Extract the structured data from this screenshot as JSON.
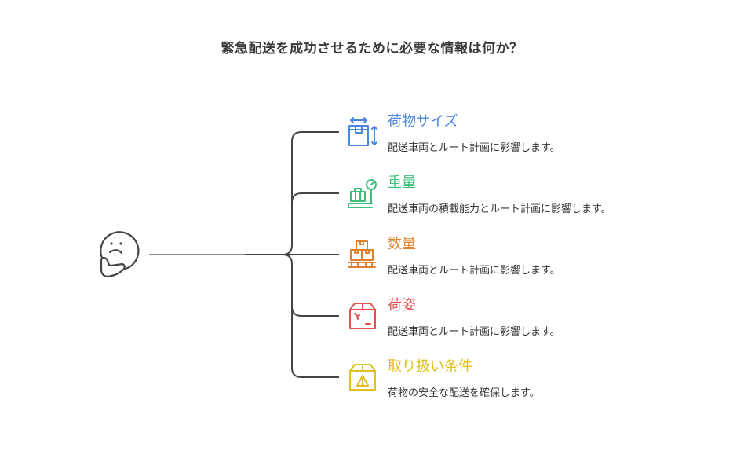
{
  "title": "緊急配送を成功させるために必要な情報は何か？",
  "root": {
    "icon": "thinking-face-icon"
  },
  "branches": [
    {
      "title": "荷物サイズ",
      "description": "配送車両とルート計画に影響します。",
      "color": "#4a86e0",
      "icon": "package-dimensions-icon"
    },
    {
      "title": "重量",
      "description": "配送車両の積載能力とルート計画に影響します。",
      "color": "#3cbf7a",
      "icon": "weighing-scale-icon"
    },
    {
      "title": "数量",
      "description": "配送車両とルート計画に影響します。",
      "color": "#e0812e",
      "icon": "stacked-boxes-pallet-icon"
    },
    {
      "title": "荷姿",
      "description": "配送車両とルート計画に影響します。",
      "color": "#e0514f",
      "icon": "damaged-box-icon"
    },
    {
      "title": "取り扱い条件",
      "description": "荷物の安全な配送を確保します。",
      "color": "#e0c01e",
      "icon": "warning-box-icon"
    }
  ]
}
